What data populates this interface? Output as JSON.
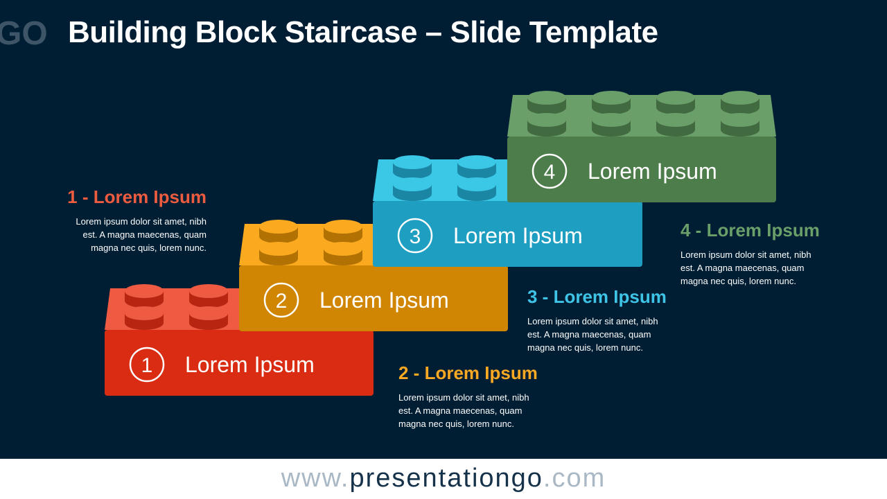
{
  "header": {
    "logo_text": "GO",
    "title": "Building Block Staircase – Slide Template"
  },
  "blocks": [
    {
      "number": "1",
      "label": "Lorem Ipsum",
      "color": "#d92c13",
      "top_color": "#ef5a42"
    },
    {
      "number": "2",
      "label": "Lorem Ipsum",
      "color": "#d08603",
      "top_color": "#fbaa1f"
    },
    {
      "number": "3",
      "label": "Lorem Ipsum",
      "color": "#1e9ec0",
      "top_color": "#3bc7e6"
    },
    {
      "number": "4",
      "label": "Lorem Ipsum",
      "color": "#4e7d4c",
      "top_color": "#6a9f69"
    }
  ],
  "callouts": [
    {
      "heading": "1 - Lorem Ipsum",
      "line1": "Lorem ipsum dolor sit amet, nibh",
      "line2": "est. A magna maecenas, quam",
      "line3": "magna nec quis, lorem nunc.",
      "color": "#ee5c40"
    },
    {
      "heading": "2 - Lorem Ipsum",
      "line1": "Lorem ipsum dolor sit amet, nibh",
      "line2": "est. A magna maecenas, quam",
      "line3": "magna nec quis, lorem nunc.",
      "color": "#f8a822"
    },
    {
      "heading": "3 - Lorem Ipsum",
      "line1": "Lorem ipsum dolor sit amet, nibh",
      "line2": "est. A magna maecenas, quam",
      "line3": "magna nec quis, lorem nunc.",
      "color": "#3ec4e6"
    },
    {
      "heading": "4 - Lorem Ipsum",
      "line1": "Lorem ipsum dolor sit amet, nibh",
      "line2": "est. A magna maecenas, quam",
      "line3": "magna nec quis, lorem nunc.",
      "color": "#6a9f69"
    }
  ],
  "footer": {
    "prefix": "www.",
    "brand": "presentationgo",
    "suffix": ".com"
  }
}
